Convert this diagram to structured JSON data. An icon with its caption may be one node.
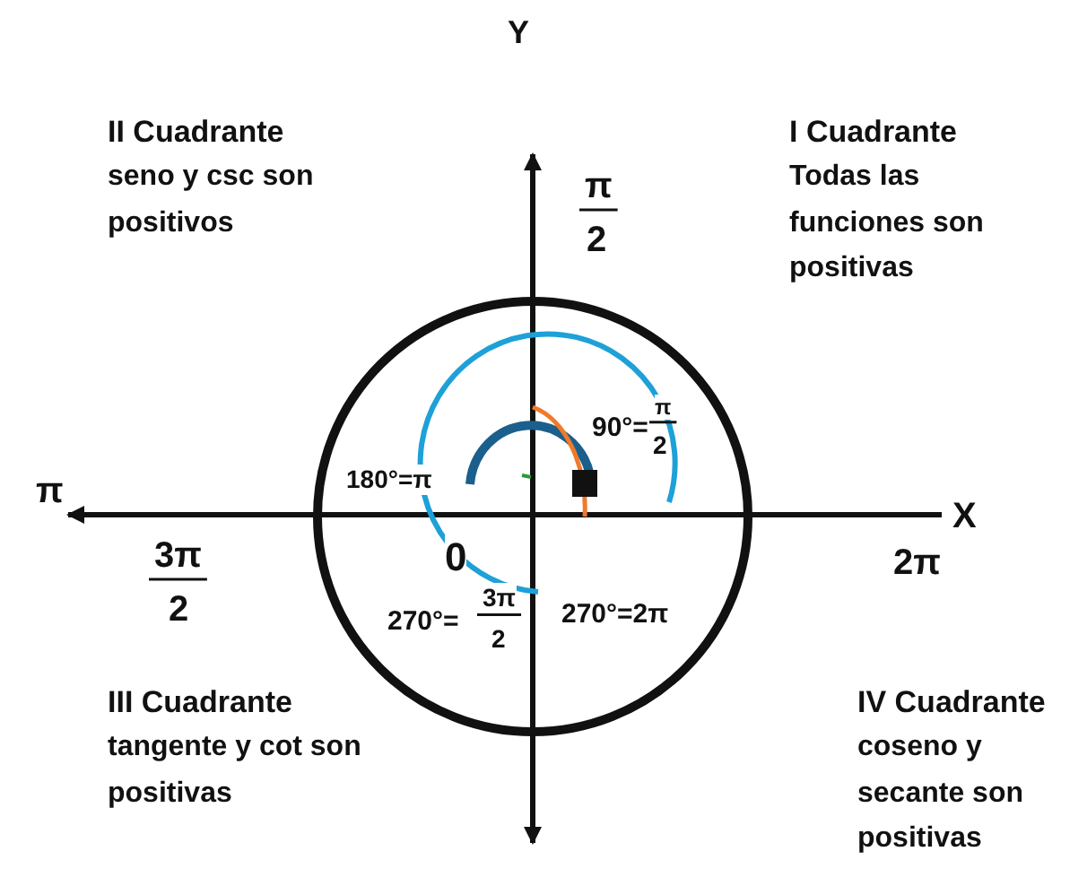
{
  "diagram": {
    "labels": [
      "Y",
      "II Cuadrante",
      "seno y csc son positivos",
      "π",
      "2",
      "I Cuadrante",
      "Todas las funciones son positivas",
      "90°=",
      "π",
      "2",
      "π",
      "180°=π",
      "X",
      "0",
      "2π",
      "3π",
      "2",
      "3π",
      "270°=",
      "2",
      "270°=2π",
      "III Cuadrante",
      "tangente y cot son positivas",
      "IV Cuadrante",
      "coseno y secante son positivas"
    ]
  }
}
